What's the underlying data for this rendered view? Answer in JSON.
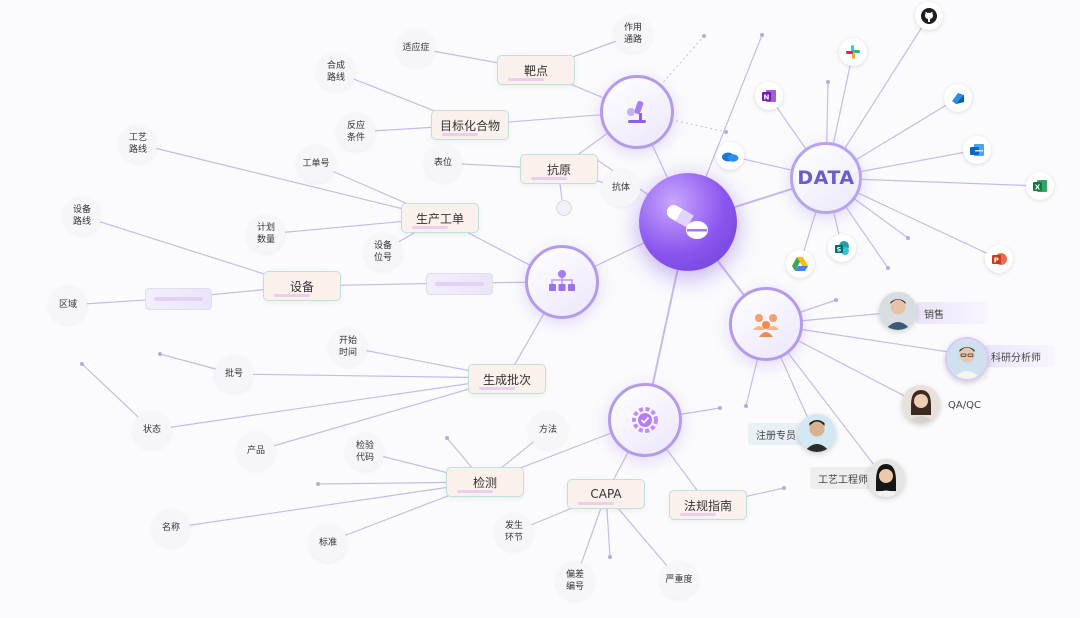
{
  "hubs": {
    "data_label": "DATA"
  },
  "boxes": {
    "target": "靶点",
    "compound": "目标化合物",
    "antigen": "抗原",
    "work_order": "生产工单",
    "equipment": "设备",
    "batch": "生成批次",
    "testing": "检测",
    "capa": "CAPA",
    "regulation": "法规指南"
  },
  "bubbles": {
    "indication": "适应症",
    "mechanism": "作用\n通路",
    "synthesis_route": "合成\n路线",
    "reaction_conditions": "反应\n条件",
    "epitope": "表位",
    "antibody": "抗体",
    "process_route": "工艺\n路线",
    "work_order_no": "工单号",
    "equipment_route": "设备\n路线",
    "plan_qty": "计划\n数量",
    "equipment_tag": "设备\n位号",
    "area": "区域",
    "start_time": "开始\n时间",
    "batch_no": "批号",
    "status": "状态",
    "product": "产品",
    "test_code": "检验\n代码",
    "method": "方法",
    "name": "名称",
    "standard": "标准",
    "occurrence": "发生\n环节",
    "deviation_no": "偏差\n编号",
    "severity": "严重度"
  },
  "roles": {
    "sales": "销售",
    "rd_analyst": "科研分析师",
    "qa_qc": "QA/QC",
    "regulatory": "注册专员",
    "process_engineer": "工艺工程师"
  },
  "apps": [
    "github-icon",
    "slack-icon",
    "onenote-icon",
    "azure-devops-icon",
    "onedrive-icon",
    "exchange-icon",
    "excel-icon",
    "google-drive-icon",
    "sharepoint-icon",
    "powerpoint-icon"
  ],
  "colors": {
    "accent": "#8a55ee",
    "edge": "#b9a2ea",
    "box_fill": "#fbf1ec",
    "box_border": "#bfe2d8"
  }
}
